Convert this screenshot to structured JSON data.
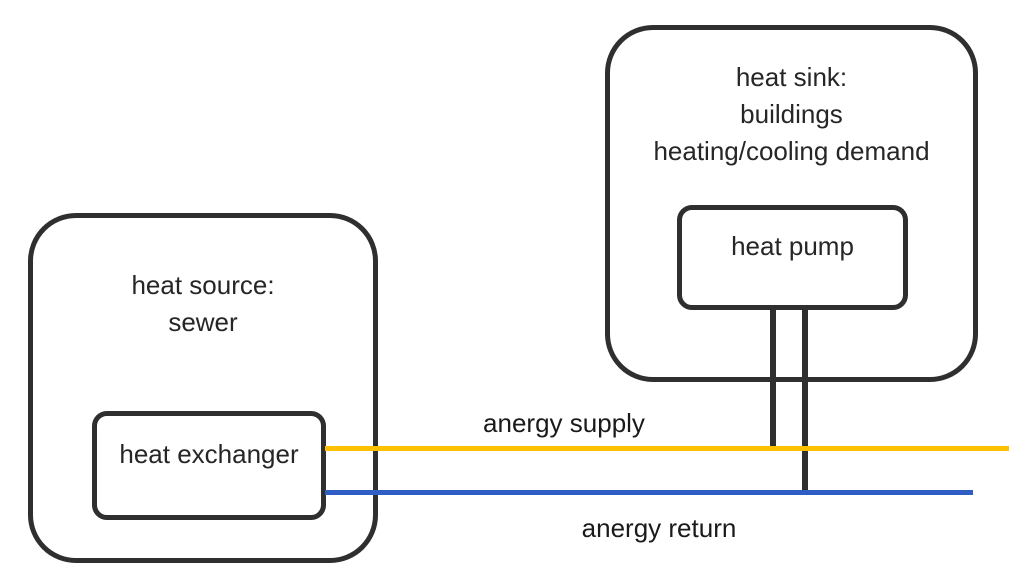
{
  "diagram": {
    "stroke_color": "#2f2f2f",
    "heat_source": {
      "line1": "heat source:",
      "line2": "sewer"
    },
    "heat_exchanger_label": "heat exchanger",
    "heat_sink": {
      "line1": "heat sink:",
      "line2": "buildings",
      "line3": "heating/cooling demand"
    },
    "heat_pump_label": "heat pump",
    "anergy_supply": {
      "label": "anergy supply",
      "color": "#FFC000"
    },
    "anergy_return": {
      "label": "anergy return",
      "color": "#2E5EC4"
    }
  }
}
